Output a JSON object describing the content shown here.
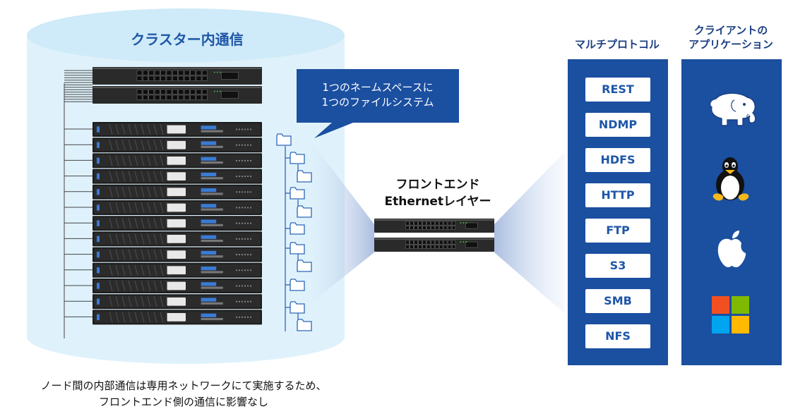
{
  "cluster": {
    "title": "クラスター内通信",
    "node_count": 13,
    "switch_count": 2
  },
  "callout": {
    "line1": "1つのネームスペースに",
    "line2": "1つのファイルシステム"
  },
  "frontend": {
    "line1": "フロントエンド",
    "line2": "Ethernetレイヤー"
  },
  "protocols": {
    "header": "マルチプロトコル",
    "items": [
      "REST",
      "NDMP",
      "HDFS",
      "HTTP",
      "FTP",
      "S3",
      "SMB",
      "NFS"
    ]
  },
  "clients": {
    "header_line1": "クライアントの",
    "header_line2": "アプリケーション",
    "icons": [
      "hadoop-elephant-icon",
      "linux-penguin-icon",
      "apple-icon",
      "windows-icon"
    ]
  },
  "caption": {
    "line1": "ノード間の内部通信は専用ネットワークにて実施するため、",
    "line2": "フロントエンド側の通信に影響なし"
  },
  "colors": {
    "brand_blue": "#1b4fa0",
    "title_blue": "#1e56a8",
    "cylinder_fill": "#dff2fb"
  }
}
